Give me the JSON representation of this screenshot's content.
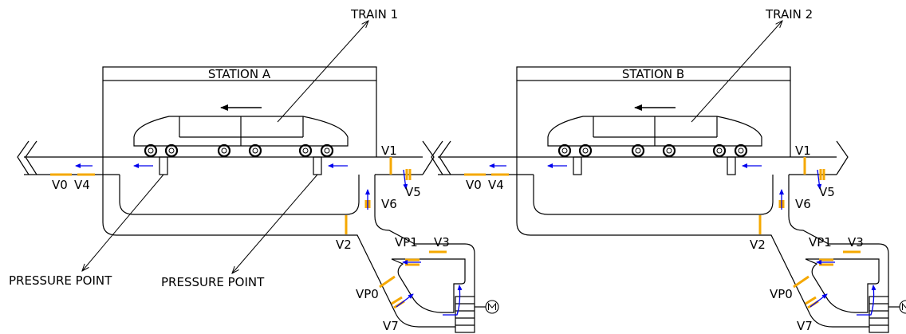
{
  "colors": {
    "line": "#000000",
    "valve": "#f5a800",
    "airflow": "#0000ee"
  },
  "stations": [
    {
      "train_label": "TRAIN 1",
      "station_label": "STATION A",
      "valves": {
        "v0": "V0",
        "v4": "V4",
        "v1": "V1",
        "v5": "V5",
        "v6": "V6",
        "v2": "V2",
        "vp1": "VP1",
        "v3": "V3",
        "vp0": "VP0",
        "v7": "V7"
      },
      "pressure_points": [
        "PRESSURE POINT",
        "PRESSURE POINT"
      ],
      "motor_icon": "motor-icon"
    },
    {
      "train_label": "TRAIN 2",
      "station_label": "STATION B",
      "valves": {
        "v0": "V0",
        "v4": "V4",
        "v1": "V1",
        "v5": "V5",
        "v6": "V6",
        "v2": "V2",
        "vp1": "VP1",
        "v3": "V3",
        "vp0": "VP0",
        "v7": "V7"
      },
      "pressure_points": [],
      "motor_icon": "motor-icon"
    }
  ]
}
